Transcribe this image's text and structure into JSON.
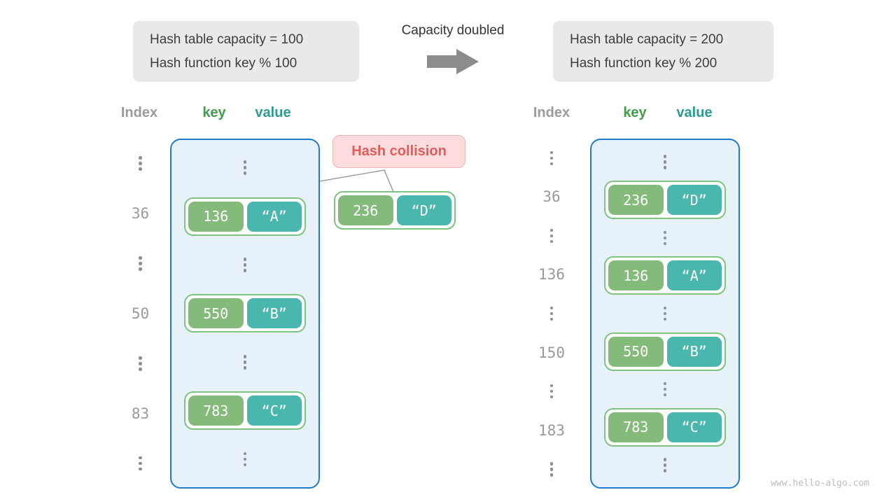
{
  "notes": {
    "before": {
      "line1": "Hash table capacity = 100",
      "line2": "Hash function key % 100"
    },
    "after": {
      "line1": "Hash table capacity = 200",
      "line2": "Hash function key % 200"
    }
  },
  "transition": {
    "label": "Capacity doubled",
    "arrow_icon": "right-arrow"
  },
  "collision": {
    "label": "Hash collision",
    "pair": {
      "key": "236",
      "value": "“D”"
    }
  },
  "table_before": {
    "headers": {
      "index": "Index",
      "key": "key",
      "value": "value"
    },
    "rows": [
      {
        "type": "dots"
      },
      {
        "type": "pair",
        "index": "36",
        "key": "136",
        "value": "“A”"
      },
      {
        "type": "dots"
      },
      {
        "type": "pair",
        "index": "50",
        "key": "550",
        "value": "“B”"
      },
      {
        "type": "dots"
      },
      {
        "type": "pair",
        "index": "83",
        "key": "783",
        "value": "“C”"
      },
      {
        "type": "dots"
      }
    ]
  },
  "table_after": {
    "headers": {
      "index": "Index",
      "key": "key",
      "value": "value"
    },
    "rows": [
      {
        "type": "dots"
      },
      {
        "type": "pair",
        "index": "36",
        "key": "236",
        "value": "“D”"
      },
      {
        "type": "dots"
      },
      {
        "type": "pair",
        "index": "136",
        "key": "136",
        "value": "“A”"
      },
      {
        "type": "dots"
      },
      {
        "type": "pair",
        "index": "150",
        "key": "550",
        "value": "“B”"
      },
      {
        "type": "dots"
      },
      {
        "type": "pair",
        "index": "183",
        "key": "783",
        "value": "“C”"
      },
      {
        "type": "dots"
      }
    ]
  },
  "watermark": "www.hello-algo.com",
  "colors": {
    "key_green": "#85bb7a",
    "value_teal": "#4ab7ae",
    "pair_border_green": "#7cc47f",
    "bucket_fill": "#e6f1fa",
    "bucket_border_blue": "#1c7ad1",
    "badge_bg": "#fadcdc",
    "badge_border": "#f3b4b4",
    "badge_text_red": "#e45b5b",
    "header_key_green": "#3f9d49",
    "header_value_teal": "#2b9c8f",
    "note_bg": "#e9e9e9",
    "gray_text": "#999999",
    "arrow_gray": "#8c8c8c"
  }
}
